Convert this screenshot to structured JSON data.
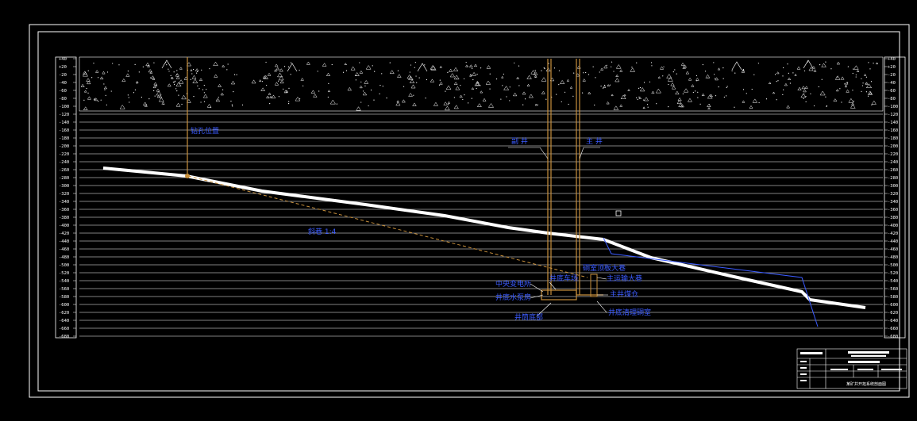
{
  "drawing": {
    "colors": {
      "background": "#000000",
      "frame": "#ffffff",
      "label": "#3b5bff",
      "shaft": "#c8903c",
      "seam": "#ffffff"
    },
    "depth_scale": {
      "ticks": [
        "+40",
        "+20",
        "-20",
        "-40",
        "-60",
        "-80",
        "-100",
        "-120",
        "-140",
        "-160",
        "-180",
        "-200",
        "-220",
        "-240",
        "-260",
        "-280",
        "-300",
        "-320",
        "-340",
        "-360",
        "-380",
        "-400",
        "-420",
        "-440",
        "-460",
        "-480",
        "-500",
        "-520",
        "-540",
        "-560",
        "-580",
        "-600",
        "-620",
        "-640",
        "-660",
        "-680"
      ]
    },
    "labels": {
      "borehole": "钻孔位置",
      "aux_shaft": "副 井",
      "main_shaft": "主 井",
      "incline": "斜巷 1:4",
      "chamber_top": "硐室顶板大巷",
      "shaft_bottom": "井底车场",
      "main_roadway": "主运输大巷",
      "pump_room": "中央变电所",
      "water_sump": "井底水泵房",
      "coal_bunker": "主井煤仓",
      "shaft_sump": "井筒底部",
      "drain_roadway": "井底清理硐室"
    },
    "title_block": {
      "title": "某矿井开拓系统剖面图"
    }
  }
}
